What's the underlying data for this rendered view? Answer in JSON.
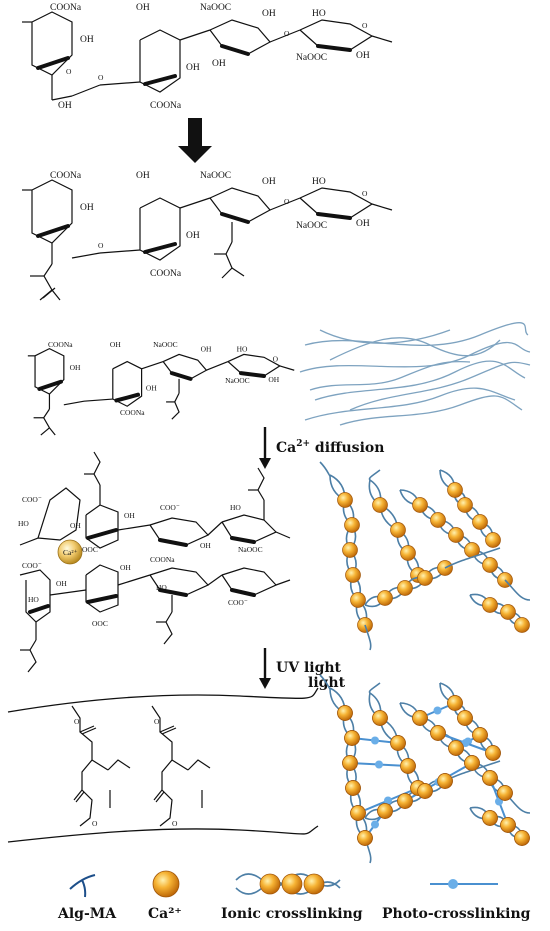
{
  "labels": {
    "coona": "COONa",
    "naooc": "NaOOC",
    "oh": "OH",
    "ho": "HO",
    "o": "O",
    "coo_minus": "COO⁻",
    "ooc": "OOC",
    "ca_ion": "Ca²⁺"
  },
  "steps": {
    "ca_diffusion": {
      "base": "Ca",
      "sup": "2+",
      "rest": " diffusion"
    },
    "uv_light": "UV light",
    "light": "light"
  },
  "legend": {
    "alg_ma": "Alg-MA",
    "ca": "Ca²⁺",
    "ionic": "Ionic crosslinking",
    "photo": "Photo-crosslinking"
  },
  "colors": {
    "chain": "#4d7fa6",
    "fiber": "#7ea3c0",
    "ca_ball": "#f0a020",
    "photo_link": "#4a90d0"
  }
}
